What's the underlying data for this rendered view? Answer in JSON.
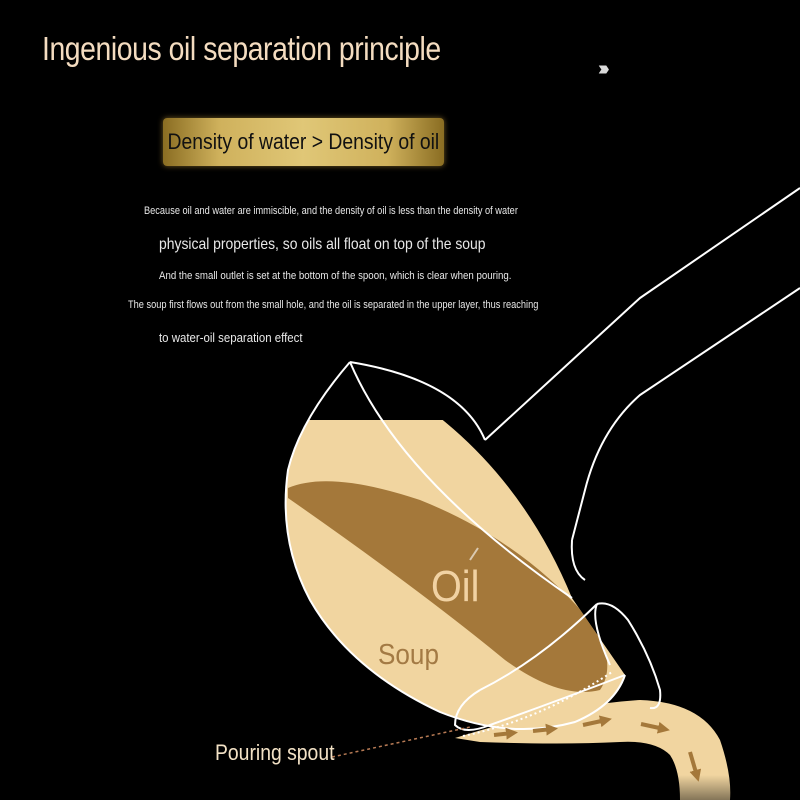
{
  "header": {
    "title": "Ingenious oil separation principle",
    "chevrons": "››››"
  },
  "badge": {
    "text": "Density of water > Density of oil"
  },
  "description": {
    "line1": "Because oil and water are immiscible, and the density of oil is less than the density of water",
    "line2": "physical properties, so oils all float on top of the soup",
    "line3": "And the small outlet is set at the bottom of the spoon, which is clear when pouring.",
    "line4": "The soup first flows out from the small hole, and the oil is separated in the upper layer, thus reaching",
    "line5": "to water-oil separation effect"
  },
  "illustration": {
    "oil_label": "Oil",
    "soup_label": "Soup",
    "spout_label": "Pouring spout",
    "colors": {
      "oil": "#a4783a",
      "soup": "#f1d5a0",
      "outline": "#ffffff",
      "arrow": "#a4783a"
    }
  }
}
